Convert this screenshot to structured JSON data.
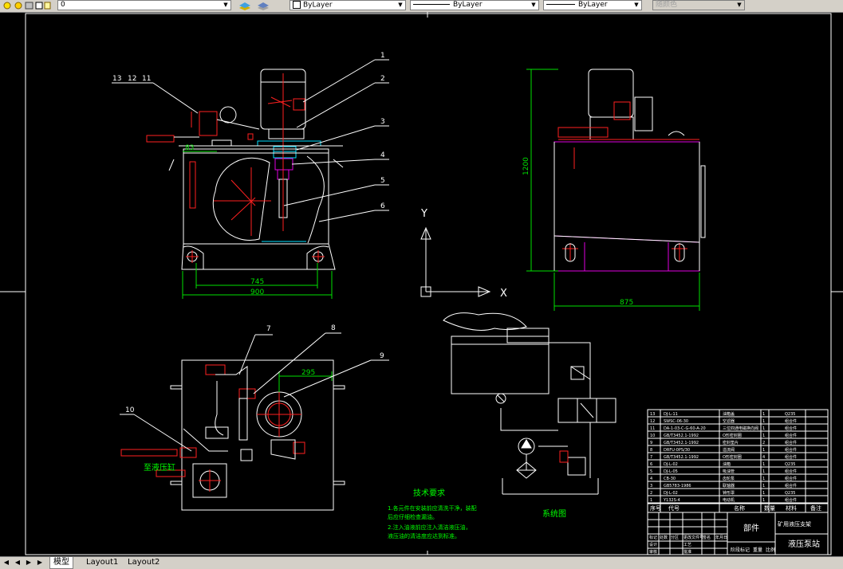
{
  "toolbar": {
    "layer_name": "0",
    "color_value": "ByLayer",
    "linetype_value": "ByLayer",
    "lineweight_value": "ByLayer",
    "plotstyle_value": "随颜色"
  },
  "tabs": [
    "模型",
    "Layout1",
    "Layout2"
  ],
  "views": {
    "front_dims": [
      "83",
      "745",
      "900"
    ],
    "side_dims": [
      "1200",
      "875"
    ],
    "top_dims": [
      "295"
    ],
    "leaders_front": [
      "1",
      "2",
      "3",
      "4",
      "5",
      "6"
    ],
    "leaders_left": [
      "13",
      "12",
      "11"
    ],
    "leaders_top": [
      "7",
      "8",
      "9",
      "10"
    ],
    "top_label": "至液压缸",
    "ucs": {
      "y": "Y",
      "x": "X"
    }
  },
  "notes": {
    "title": "技术要求",
    "lines": [
      "1.各元件在安装前应清洗干净，装配",
      "后应仔细检查漏油。",
      "2.注入油液前应注入清洁液压油，",
      "液压油的清洁度应达到标准。"
    ]
  },
  "schematic_label": "系统图",
  "title_block": {
    "parts_header": [
      "序号",
      "代号",
      "名称",
      "数量",
      "材料",
      "备注"
    ],
    "parts": [
      [
        "13",
        "DJ-L-11",
        "油箱盖",
        "1",
        "Q235",
        ""
      ],
      [
        "12",
        "SWSC-06-30",
        "空滤器",
        "1",
        "组合件",
        ""
      ],
      [
        "11",
        "DA-1-03-C-G-60-A-20",
        "三位四通电磁换向阀",
        "1",
        "组合件",
        ""
      ],
      [
        "10",
        "GB/T3452.1-1992",
        "O形密封圈",
        "1",
        "组合件",
        ""
      ],
      [
        "9",
        "GB/T3452.1-1992",
        "密封垫片",
        "2",
        "组合件",
        ""
      ],
      [
        "8",
        "DRFU-0PS/30",
        "溢流阀",
        "1",
        "组合件",
        ""
      ],
      [
        "7",
        "GB/T3452.1-1992",
        "O形密封圈",
        "4",
        "组合件",
        ""
      ],
      [
        "6",
        "DJ-L-02",
        "油箱",
        "1",
        "Q235",
        ""
      ],
      [
        "5",
        "DJ-L-05",
        "吸油管",
        "1",
        "组合件",
        ""
      ],
      [
        "4",
        "CB-30",
        "齿轮泵",
        "1",
        "组合件",
        ""
      ],
      [
        "3",
        "GB5783-1986",
        "联轴器",
        "1",
        "组合件",
        ""
      ],
      [
        "2",
        "DJ-L-02",
        "钟形罩",
        "1",
        "Q235",
        ""
      ],
      [
        "1",
        "Y132S-4",
        "电动机",
        "1",
        "组合件",
        ""
      ]
    ],
    "component": "部件",
    "project": "矿用液压支架",
    "drawing_name": "液压泵站",
    "rev_header": [
      "标记",
      "处数",
      "分区",
      "更改文件号",
      "签名",
      "年月日"
    ],
    "sign_rows": [
      "设计",
      "审核",
      "工艺",
      "批准"
    ],
    "stage_header": [
      "阶段标记",
      "重量",
      "比例"
    ]
  },
  "colors": {
    "background": "#000000",
    "lines": "#ffffff",
    "accent_red": "#ff2020",
    "accent_green": "#00e000",
    "accent_cyan": "#00e0ff",
    "accent_magenta": "#e000e0",
    "notes_green": "#00ff00"
  }
}
